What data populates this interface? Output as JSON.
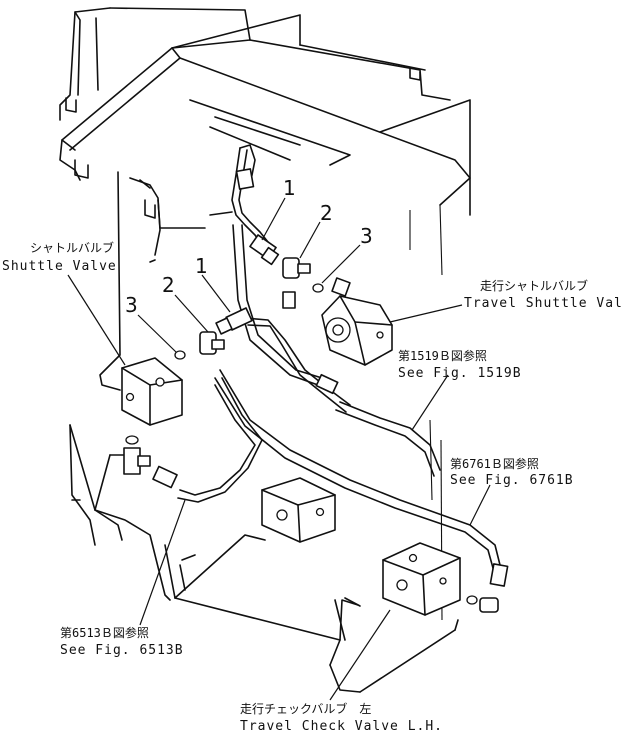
{
  "callouts": {
    "shuttle_valve": {
      "jp": "シャトルバルブ",
      "en": "Shuttle  Valve"
    },
    "travel_shuttle_valve": {
      "jp": "走行シャトルバルブ",
      "en": "Travel  Shuttle  Valve"
    },
    "ref_1519b": {
      "jp": "第1519Ｂ図参照",
      "en": "See  Fig. 1519B"
    },
    "ref_6761b": {
      "jp": "第6761Ｂ図参照",
      "en": "See  Fig. 6761B"
    },
    "ref_6513b": {
      "jp": "第6513Ｂ図参照",
      "en": "See  Fig. 6513B"
    },
    "travel_check_valve": {
      "jp": "走行チェックバルブ　左",
      "en": "Travel  Check  Valve  L.H."
    }
  },
  "item_numbers": {
    "upper_1": "1",
    "upper_2": "2",
    "upper_3": "3",
    "left_1": "1",
    "left_2": "2",
    "left_3": "3"
  }
}
